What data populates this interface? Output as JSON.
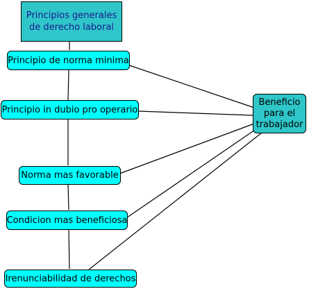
{
  "diagram": {
    "root": {
      "line1": "Principios generales",
      "line2": "de derecho laboral"
    },
    "principles": [
      {
        "label": "Principio de norma minima"
      },
      {
        "label": "Principio in dubio pro operario"
      },
      {
        "label": "Norma mas favorable"
      },
      {
        "label": "Condicion mas beneficiosa"
      },
      {
        "label": "Irenunciabilidad de derechos"
      }
    ],
    "hub": {
      "line1": "Beneficio",
      "line2": "para el",
      "line3": "trabajador"
    }
  },
  "colors": {
    "node_fill": "#00ffff",
    "root_fill": "#2ec6c9",
    "hub_fill": "#2ec6c9",
    "root_text": "#1a1a8f",
    "connector": "#000000"
  }
}
